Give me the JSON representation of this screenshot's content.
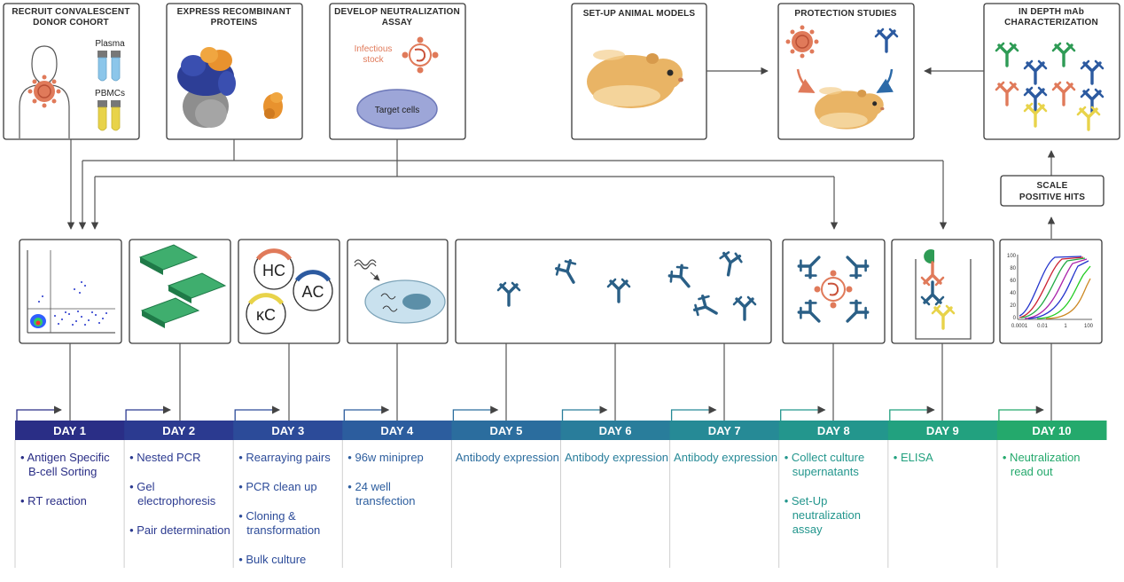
{
  "top_panels": {
    "donor": {
      "line1": "RECRUIT CONVALESCENT",
      "line2": "DONOR COHORT",
      "plasma": "Plasma",
      "pbmcs": "PBMCs"
    },
    "proteins": {
      "line1": "EXPRESS RECOMBINANT",
      "line2": "PROTEINS"
    },
    "assay": {
      "line1": "DEVELOP NEUTRALIZATION",
      "line2": "ASSAY",
      "stock1": "Infectious",
      "stock2": "stock",
      "cells": "Target cells"
    },
    "animal": {
      "line1": "SET-UP ANIMAL MODELS"
    },
    "protection": {
      "line1": "PROTECTION STUDIES"
    },
    "mab": {
      "line1": "IN DEPTH mAb",
      "line2": "CHARACTERIZATION"
    }
  },
  "scale": {
    "line1": "SCALE",
    "line2": "POSITIVE HITS"
  },
  "step_icons": {
    "day3": {
      "hc": "HC",
      "ac": "AC",
      "kc": "κC"
    },
    "day10": {
      "y_ticks": [
        "100",
        "80",
        "60",
        "40",
        "20",
        "0"
      ],
      "x_ticks": [
        "0.0001",
        "0.01",
        "1",
        "100"
      ]
    }
  },
  "days": [
    {
      "label": "DAY 1",
      "color": "#2a2e86",
      "tasks": [
        "Antigen Specific B-cell Sorting",
        "RT reaction"
      ],
      "bullets": true
    },
    {
      "label": "DAY 2",
      "color": "#2b3a90",
      "tasks": [
        "Nested PCR",
        "Gel electrophoresis",
        "Pair determination"
      ],
      "bullets": true
    },
    {
      "label": "DAY 3",
      "color": "#2c4b99",
      "tasks": [
        "Rearraying pairs",
        "PCR clean up",
        "Cloning & transformation",
        "Bulk culture"
      ],
      "bullets": true
    },
    {
      "label": "DAY 4",
      "color": "#2c5d9e",
      "tasks": [
        "96w miniprep",
        "24 well transfection"
      ],
      "bullets": true
    },
    {
      "label": "DAY 5",
      "color": "#2b6d9e",
      "tasks": [
        "Antibody expression"
      ],
      "bullets": false
    },
    {
      "label": "DAY 6",
      "color": "#297d9b",
      "tasks": [
        "Antibody expression"
      ],
      "bullets": false
    },
    {
      "label": "DAY 7",
      "color": "#268a96",
      "tasks": [
        "Antibody expression"
      ],
      "bullets": false
    },
    {
      "label": "DAY 8",
      "color": "#23968d",
      "tasks": [
        "Collect culture supernatants",
        "Set-Up neutralization assay"
      ],
      "bullets": true
    },
    {
      "label": "DAY 9",
      "color": "#22a17f",
      "tasks": [
        "ELISA"
      ],
      "bullets": true
    },
    {
      "label": "DAY 10",
      "color": "#24a96c",
      "tasks": [
        "Neutralization read out"
      ],
      "bullets": true
    }
  ]
}
